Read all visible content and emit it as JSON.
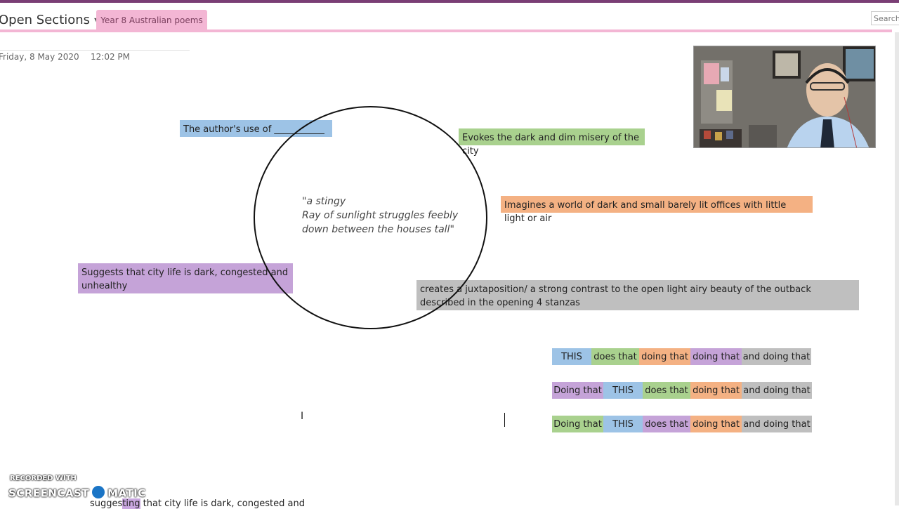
{
  "header": {
    "sections_label": "Open Sections",
    "tab_label": "Year 8 Australian poems",
    "search_placeholder": "Search"
  },
  "page": {
    "date": "Friday, 8 May 2020",
    "time": "12:02 PM"
  },
  "boxes": {
    "authors_use": "The author's use of ___________",
    "evokes": "Evokes the dark and dim misery of the city",
    "imagines": "Imagines a world of dark and small barely lit offices with little light or air",
    "suggests": "Suggests that city life is dark, congested and unhealthy",
    "juxtaposition": "creates a juxtaposition/ a strong contrast to the open light airy beauty of the outback described in the opening 4 stanzas"
  },
  "quote": {
    "line1": "\"a stingy",
    "line2": "Ray of sunlight struggles feebly",
    "line3": "down between the houses tall\""
  },
  "rows": [
    [
      {
        "text": "THIS",
        "color": "#9dc3e6"
      },
      {
        "text": "does that",
        "color": "#a9d18e"
      },
      {
        "text": "doing that",
        "color": "#f4b183"
      },
      {
        "text": "doing that",
        "color": "#c5a3d8"
      },
      {
        "text": "and doing that",
        "color": "#bfbfbf"
      }
    ],
    [
      {
        "text": "Doing that",
        "color": "#c5a3d8"
      },
      {
        "text": "THIS",
        "color": "#9dc3e6"
      },
      {
        "text": "does that",
        "color": "#a9d18e"
      },
      {
        "text": "doing that",
        "color": "#f4b183"
      },
      {
        "text": "and doing that",
        "color": "#bfbfbf"
      }
    ],
    [
      {
        "text": "Doing that",
        "color": "#a9d18e"
      },
      {
        "text": "THIS",
        "color": "#9dc3e6"
      },
      {
        "text": "does that",
        "color": "#c5a3d8"
      },
      {
        "text": "doing that",
        "color": "#f4b183"
      },
      {
        "text": "and doing that",
        "color": "#bfbfbf"
      }
    ]
  ],
  "bottom_text": {
    "before": "sugges",
    "highlight": "ting",
    "after": " that city life is dark, congested and"
  },
  "watermark": {
    "small": "RECORDED WITH",
    "left": "SCREENCAST",
    "right": "MATIC"
  },
  "colors": {
    "accent_purple": "#7a3e75",
    "tab_pink": "#f3b6d4",
    "blue": "#9dc3e6",
    "green": "#a9d18e",
    "salmon": "#f4b183",
    "purple": "#c5a3d8",
    "gray": "#bfbfbf"
  }
}
